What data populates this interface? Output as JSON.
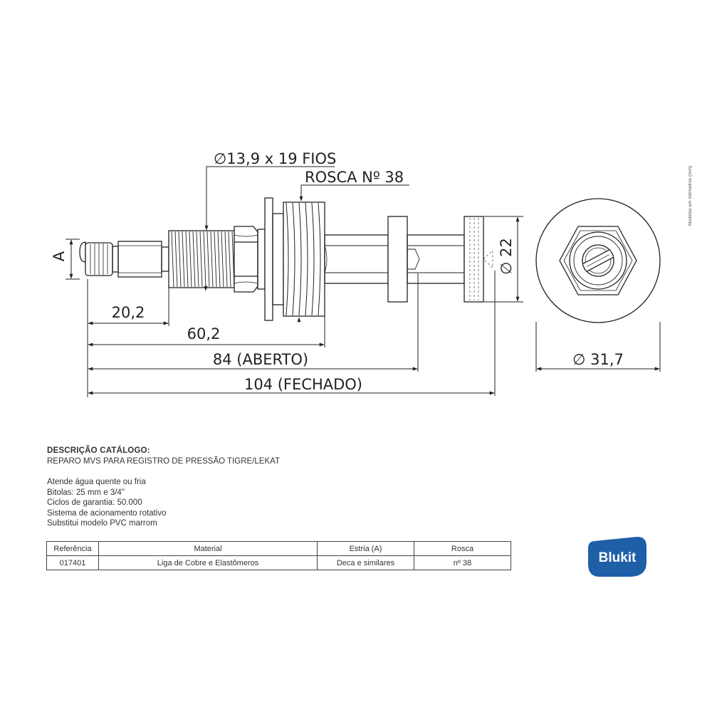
{
  "drawing": {
    "thread_callout": "∅13,9 x 19 FIOS",
    "rosca_callout": "ROSCA Nº 38",
    "label_a": "A",
    "dim_20_2": "20,2",
    "dim_60_2": "60,2",
    "dim_84": "84 (ABERTO)",
    "dim_104": "104 (FECHADO)",
    "dim_22": "∅ 22",
    "dim_31_7": "∅ 31,7"
  },
  "side_note": "Medidas em milímetros (mm)",
  "description": {
    "heading": "DESCRIÇÃO CATÁLOGO:",
    "title": "REPARO MVS PARA REGISTRO DE PRESSÃO TIGRE/LEKAT",
    "lines": [
      "Atende água quente ou fria",
      "Bitolas: 25 mm e 3/4\"",
      "Ciclos de garantia: 50.000",
      "Sistema de acionamento rotativo",
      "Substitui modelo PVC marrom"
    ]
  },
  "table": {
    "headers": [
      "Referência",
      "Material",
      "Estria (A)",
      "Rosca"
    ],
    "rows": [
      [
        "017401",
        "Liga de Cobre e Elastômeros",
        "Deca e similares",
        "nº 38"
      ]
    ]
  },
  "logo": {
    "text": "Blukit",
    "color": "#1f5fa8"
  },
  "colors": {
    "line": "#222222",
    "accent": "#1f5fa8"
  }
}
